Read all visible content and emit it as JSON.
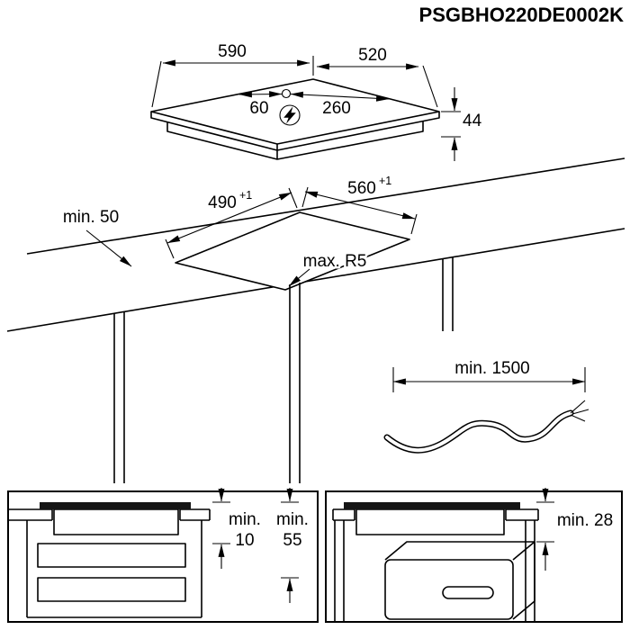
{
  "title": "PSGBHO220DE0002K",
  "colors": {
    "ink": "#000000",
    "background": "#ffffff"
  },
  "hob": {
    "width": "590",
    "depth": "520",
    "hole_to_left": "60",
    "hole_to_right": "260",
    "height": "44"
  },
  "cutout": {
    "width": "490",
    "width_tolerance": "+1",
    "depth": "560",
    "depth_tolerance": "+1",
    "edge_clearance": "min. 50",
    "corner_radius": "max. R5"
  },
  "cable": {
    "length": "min. 1500"
  },
  "panel_drawer": {
    "gap_label": "min.",
    "gap_value": "10",
    "clearance_label": "min.",
    "clearance_value": "55"
  },
  "panel_oven": {
    "gap": "min. 28"
  }
}
